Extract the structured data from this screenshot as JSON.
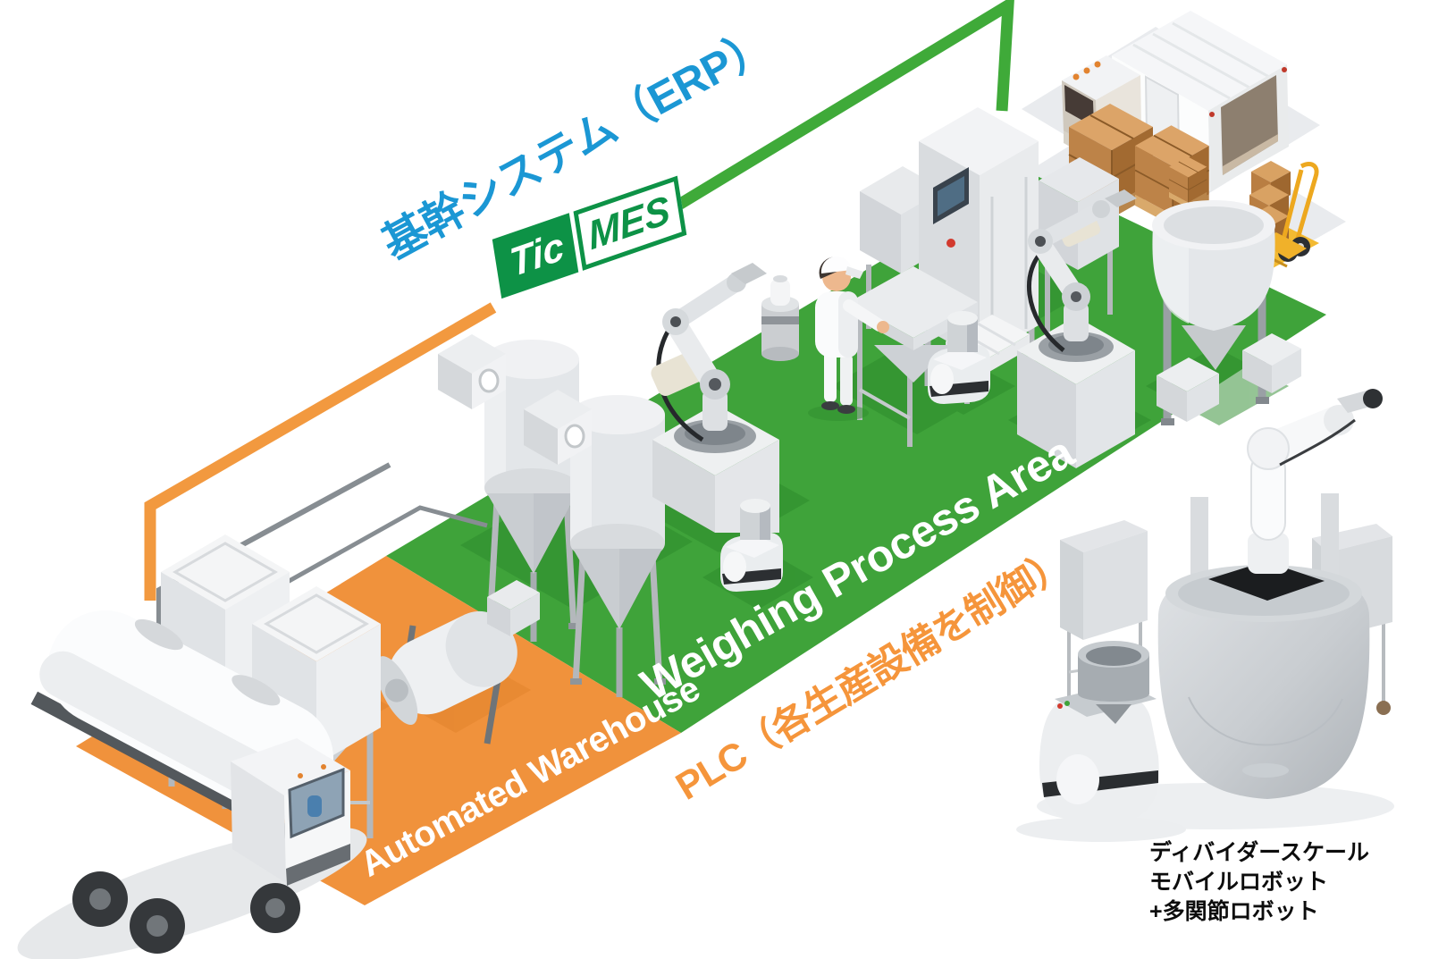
{
  "diagram": {
    "erp_label": "基幹システム（ERP）",
    "logo": {
      "part1": "Tic",
      "part2": "MES"
    },
    "zones": {
      "automated_warehouse": {
        "label": "Automated Warehouse",
        "floor_color": "#f0923c"
      },
      "weighing_process_area": {
        "label": "Weighing Process Area",
        "floor_color": "#3fa33a"
      }
    },
    "plc_label": "PLC（各生産設備を制御）",
    "caption": {
      "line1": "ディバイダースケール",
      "line2": "モバイルロボット",
      "line3": "+多関節ロボット"
    },
    "colors": {
      "erp_blue": "#1b97d4",
      "logo_green": "#0d9246",
      "floor_green": "#3fa33a",
      "floor_orange": "#f0923c",
      "plc_orange": "#f5953b",
      "bracket_green": "#3faa39",
      "bracket_orange": "#f2993f"
    },
    "illustrations": [
      "tanker-truck",
      "box-silos",
      "drum-blender",
      "cone-silos",
      "robot-arm-left",
      "powder-canister",
      "worker",
      "weighing-machine",
      "agv-robot-1",
      "agv-robot-2",
      "robot-arm-right",
      "mixing-tank",
      "delivery-truck",
      "pallet-boxes",
      "hand-truck",
      "divider-scale-machine",
      "mobile-robot"
    ]
  }
}
